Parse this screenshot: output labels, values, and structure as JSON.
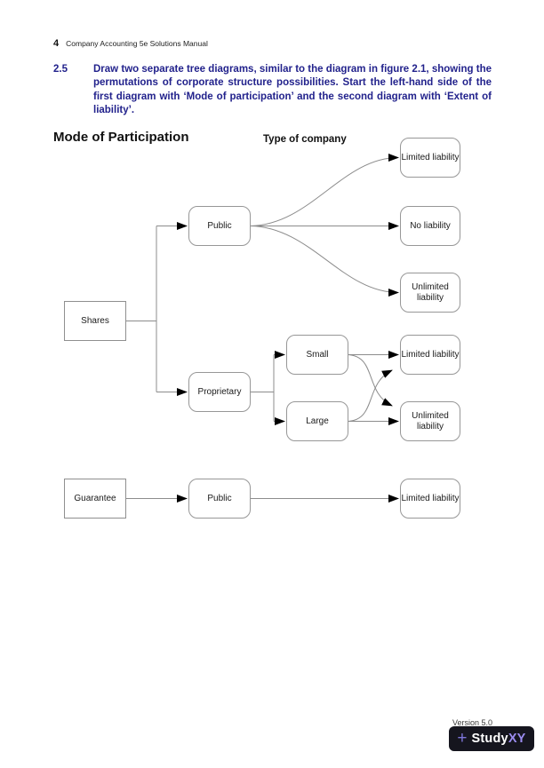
{
  "header": {
    "page_number": "4",
    "title": "Company Accounting 5e Solutions Manual"
  },
  "question": {
    "number": "2.5",
    "text": "Draw two separate tree diagrams, similar to the diagram in figure 2.1, showing the permutations of corporate structure possibilities. Start the left-hand side of the first diagram with ‘Mode of participation’ and the second diagram with ‘Extent of liability’."
  },
  "diagram": {
    "title": "Mode of Participation",
    "column_header": "Type of company",
    "nodes": {
      "shares": "Shares",
      "guarantee": "Guarantee",
      "public_top": "Public",
      "proprietary": "Proprietary",
      "small": "Small",
      "large": "Large",
      "limited_top": "Limited liability",
      "no_liability": "No liability",
      "unlimited_top": "Unlimited liability",
      "limited_mid": "Limited liability",
      "unlimited_mid": "Unlimited liability",
      "public_bottom": "Public",
      "limited_bottom": "Limited liability"
    },
    "edges": [
      "Shares -> Public",
      "Shares -> Proprietary",
      "Public -> Limited liability",
      "Public -> No liability",
      "Public -> Unlimited liability",
      "Proprietary -> Small",
      "Proprietary -> Large",
      "Small -> Limited liability",
      "Small -> Unlimited liability",
      "Large -> Limited liability",
      "Large -> Unlimited liability",
      "Guarantee -> Public",
      "Public -> Limited liability"
    ]
  },
  "footer": {
    "version": "Version 5.0",
    "logo": {
      "plus": "+",
      "brand_primary": "Study",
      "brand_accent": "XY"
    }
  },
  "colors": {
    "question_text": "#22228c",
    "connector_line": "#8c8c8c",
    "arrowhead": "#000000",
    "box_border": "#979797",
    "logo_background": "#15151e",
    "logo_accent": "#9b8cf0"
  }
}
